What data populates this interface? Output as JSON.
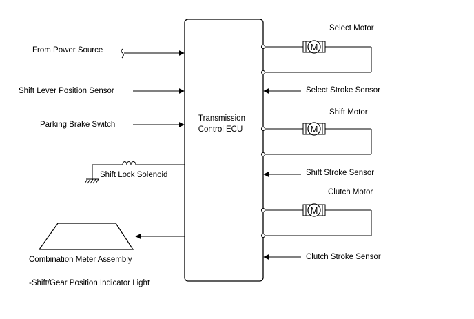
{
  "ecu": {
    "line1": "Transmission",
    "line2": "Control ECU"
  },
  "inputs_left": {
    "power_source": "From Power Source",
    "shift_lever_sensor": "Shift Lever Position Sensor",
    "parking_brake_switch": "Parking Brake Switch"
  },
  "outputs_left": {
    "shift_lock_solenoid": "Shift Lock Solenoid",
    "combination_meter": "Combination Meter Assembly",
    "indicator_light": "-Shift/Gear Position Indicator Light"
  },
  "right": {
    "select_motor": "Select Motor",
    "select_stroke_sensor": "Select Stroke Sensor",
    "shift_motor": "Shift Motor",
    "shift_stroke_sensor": "Shift Stroke Sensor",
    "clutch_motor": "Clutch Motor",
    "clutch_stroke_sensor": "Clutch Stroke Sensor"
  },
  "motor_symbol": "M"
}
